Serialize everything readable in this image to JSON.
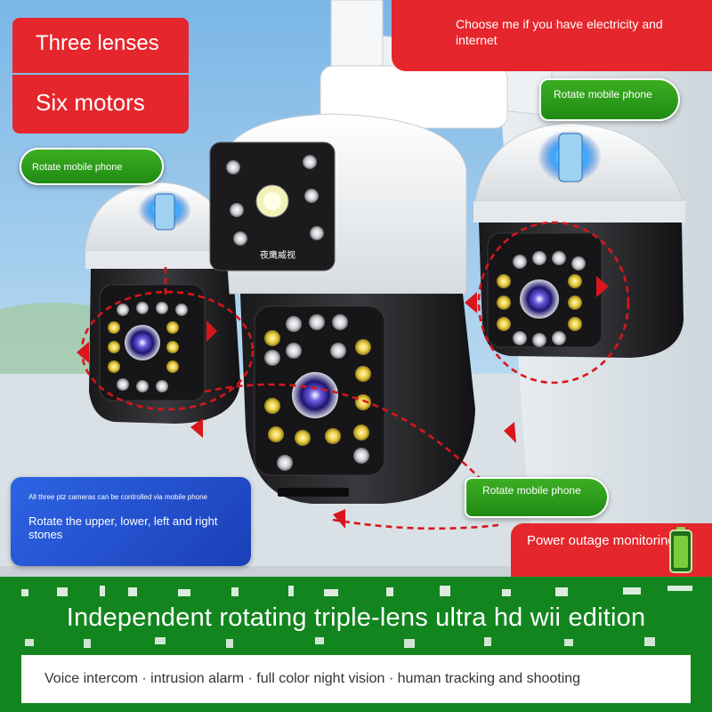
{
  "badges": {
    "lenses": "Three lenses",
    "motors": "Six motors"
  },
  "banner": {
    "power_text": "Choose me if you have electricity and internet"
  },
  "callouts": {
    "rotate_left": "Rotate mobile phone",
    "rotate_right_top": "Rotate mobile phone",
    "rotate_right_bottom": "Rotate mobile phone"
  },
  "control_panel": {
    "small_text": "All three ptz cameras can be controlled via mobile phone",
    "big_text": "Rotate the upper, lower, left and right stones"
  },
  "outage": {
    "text": "Power outage monitoring"
  },
  "camera": {
    "brand_label": "夜鹰威视"
  },
  "headline": "Independent rotating triple-lens ultra hd wii edition",
  "features": "Voice intercom · intrusion alarm · full color night vision · human tracking and shooting",
  "colors": {
    "red": "#e5262c",
    "green": "#12851e",
    "blue": "#2d64e4",
    "white": "#ffffff"
  }
}
